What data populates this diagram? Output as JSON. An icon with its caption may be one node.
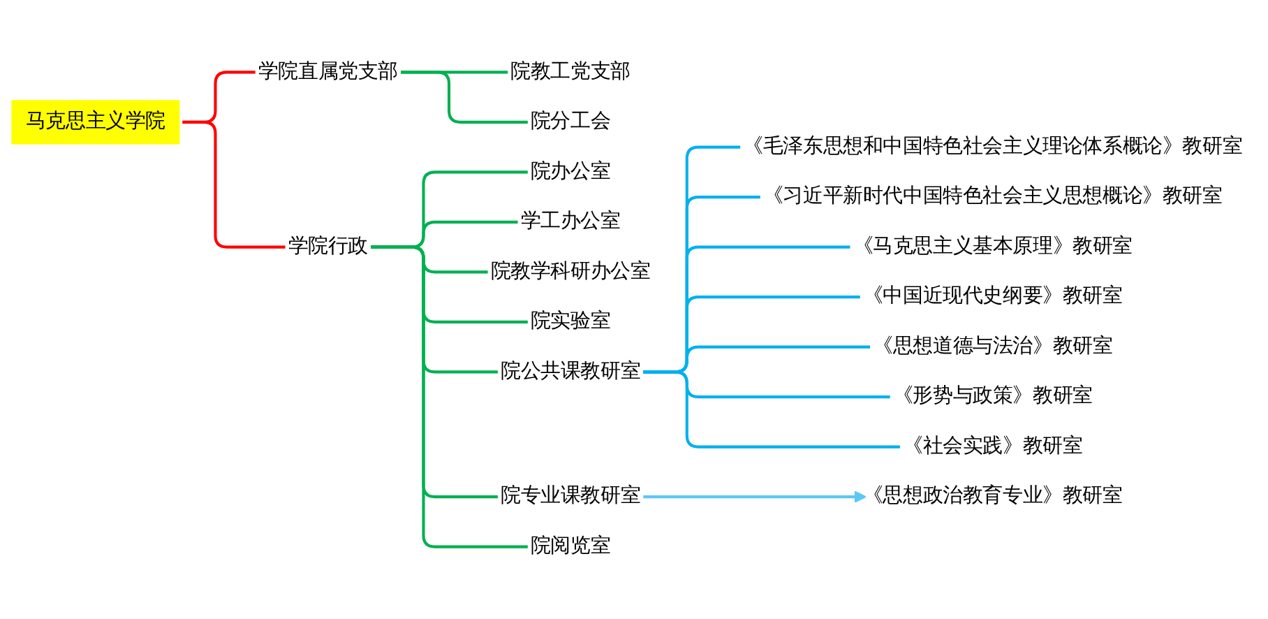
{
  "diagram": {
    "nodes": [
      {
        "text": [
          "马克思主义学院"
        ]
      },
      {
        "text": [
          "学院直属党支部"
        ]
      },
      {
        "text": [
          "院教工党支部"
        ]
      },
      {
        "text": [
          "院分工会"
        ]
      },
      {
        "text": [
          "学院行政"
        ]
      },
      {
        "text": [
          "院办公室"
        ]
      },
      {
        "text": [
          "学工办公室"
        ]
      },
      {
        "text": [
          "院教学科研办公室"
        ]
      },
      {
        "text": [
          "院实验室"
        ]
      },
      {
        "text": [
          "院公共课教研室"
        ]
      },
      {
        "text": [
          "《毛泽东思想和中国特色社会主义理论体系概论》教研室"
        ]
      },
      {
        "text": [
          "《习近平新时代中国特色社会主义思想概论》教研室"
        ]
      },
      {
        "text": [
          "《马克思主义基本原理》教研室"
        ]
      },
      {
        "text": [
          "《中国近现代史纲要》教研室"
        ]
      },
      {
        "text": [
          "《思想道德与法治》教研室"
        ]
      },
      {
        "text": [
          "《形势与政策》教研室"
        ]
      },
      {
        "text": [
          "《社会实践》教研室"
        ]
      },
      {
        "text": [
          "院专业课教研室"
        ]
      },
      {
        "text": [
          "《思想政治教育专业》教研室"
        ]
      },
      {
        "text": [
          "院阅览室"
        ]
      }
    ],
    "edges": [
      {
        "from": 0,
        "to": 1,
        "arrow": "none",
        "color": "#ff0000"
      },
      {
        "from": 0,
        "to": 4,
        "arrow": "none",
        "color": "#ff0000"
      },
      {
        "from": 1,
        "to": 2,
        "arrow": "none"
      },
      {
        "from": 1,
        "to": 3,
        "arrow": "none"
      },
      {
        "from": 4,
        "to": 5,
        "arrow": "none"
      },
      {
        "from": 4,
        "to": 6,
        "arrow": "none"
      },
      {
        "from": 4,
        "to": 7,
        "arrow": "none"
      },
      {
        "from": 4,
        "to": 8,
        "arrow": "none"
      },
      {
        "from": 4,
        "to": 9,
        "arrow": "none"
      },
      {
        "from": 4,
        "to": 17,
        "arrow": "none"
      },
      {
        "from": 4,
        "to": 19,
        "arrow": "none"
      },
      {
        "from": 9,
        "to": 10,
        "arrow": "none",
        "color": "#00b0f0"
      },
      {
        "from": 9,
        "to": 11,
        "arrow": "none",
        "color": "#00b0f0"
      },
      {
        "from": 9,
        "to": 12,
        "arrow": "none",
        "color": "#00b0f0"
      },
      {
        "from": 9,
        "to": 13,
        "arrow": "none",
        "color": "#00b0f0"
      },
      {
        "from": 9,
        "to": 14,
        "arrow": "none",
        "color": "#00b0f0"
      },
      {
        "from": 9,
        "to": 15,
        "arrow": "none",
        "color": "#00b0f0"
      },
      {
        "from": 9,
        "to": 16,
        "arrow": "none",
        "color": "#00b0f0"
      },
      {
        "from": 17,
        "to": 18,
        "arrow": "to",
        "color": "#5bc8f5"
      }
    ]
  }
}
